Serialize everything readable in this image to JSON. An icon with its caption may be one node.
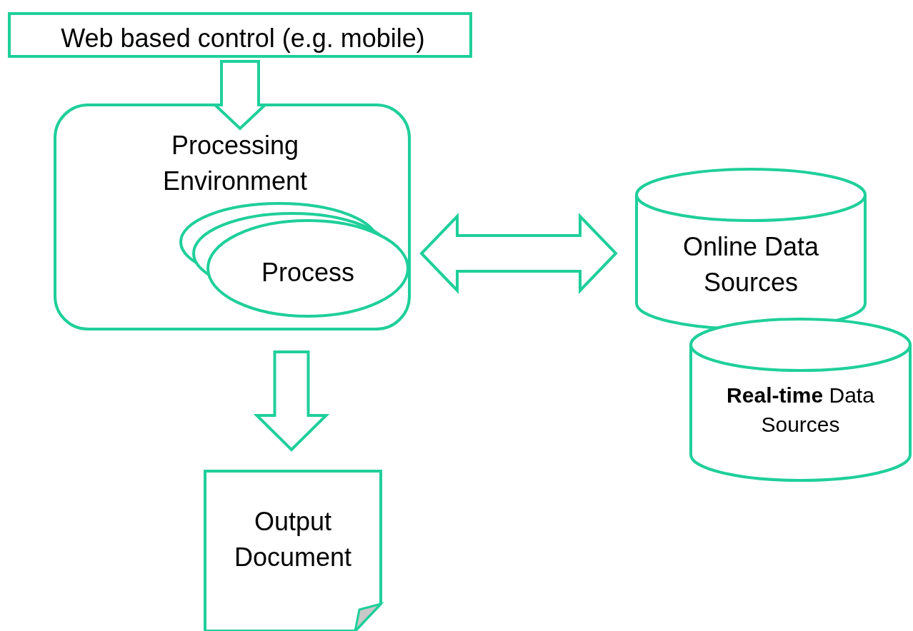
{
  "diagram": {
    "nodes": [
      {
        "text": [
          "Web based control (e.g. mobile)"
        ]
      },
      {
        "text": [
          "Processing Environment"
        ]
      },
      {
        "text": [
          "Process"
        ],
        "in": 1
      },
      {
        "text": [
          "Online Data Sources"
        ]
      },
      {
        "text": [
          "**Real-time** Data Sources"
        ]
      },
      {
        "text": [
          "Output Document"
        ]
      }
    ],
    "edges": [
      {
        "from": 0,
        "to": 1,
        "arrow": "to"
      },
      {
        "from": 1,
        "to": 3,
        "arrow": "both"
      },
      {
        "from": 1,
        "to": 5,
        "arrow": "to"
      }
    ]
  }
}
